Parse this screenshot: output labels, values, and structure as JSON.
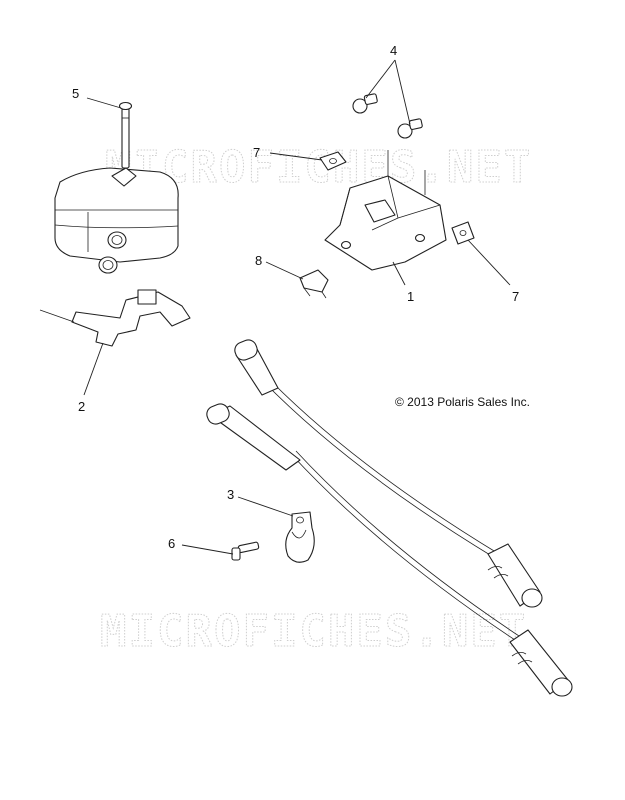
{
  "watermark": "MICROFICHES.NET",
  "copyright": "© 2013 Polaris Sales Inc.",
  "callouts": [
    "1",
    "2",
    "3",
    "4",
    "5",
    "6",
    "7",
    "7",
    "8"
  ]
}
